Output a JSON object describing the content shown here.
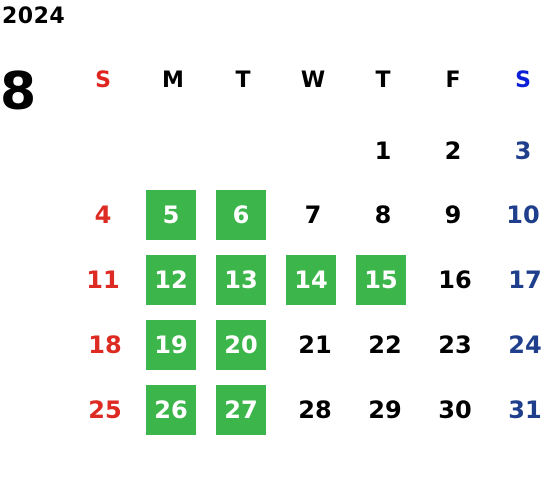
{
  "calendar": {
    "year": "2024",
    "month": "8",
    "weekdays": [
      "S",
      "M",
      "T",
      "W",
      "T",
      "F",
      "S"
    ],
    "weeks": [
      [
        null,
        null,
        null,
        null,
        "1",
        "2",
        "3"
      ],
      [
        "4",
        "5",
        "6",
        "7",
        "8",
        "9",
        "10"
      ],
      [
        "11",
        "12",
        "13",
        "14",
        "15",
        "16",
        "17"
      ],
      [
        "18",
        "19",
        "20",
        "21",
        "22",
        "23",
        "24"
      ],
      [
        "25",
        "26",
        "27",
        "28",
        "29",
        "30",
        "31"
      ]
    ],
    "highlighted_days": [
      "5",
      "6",
      "12",
      "13",
      "14",
      "15",
      "19",
      "20",
      "26",
      "27"
    ]
  },
  "colors": {
    "highlight_bg": "#3cb54a",
    "highlight_text": "#ffffff",
    "sunday": "#dd2a22",
    "saturday": "#1f3f8c",
    "weekday": "#000000",
    "sunday_header": "#e0251e",
    "saturday_header": "#0a1fd6"
  }
}
